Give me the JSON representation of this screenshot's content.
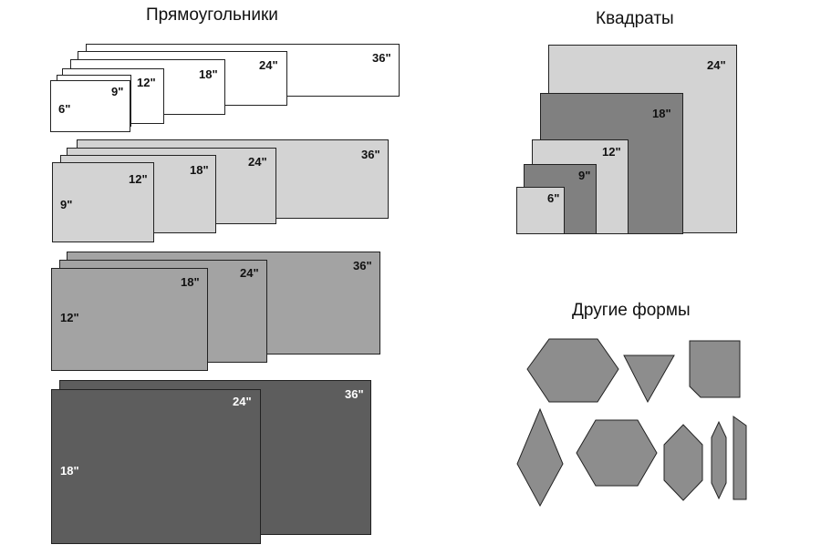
{
  "titles": {
    "rectangles": "Прямоугольники",
    "squares": "Квадраты",
    "other": "Другие формы"
  },
  "group1": {
    "fill": "#ffffff",
    "labels": [
      "36\"",
      "24\"",
      "18\"",
      "12\"",
      "9\"",
      "6\""
    ]
  },
  "group2": {
    "fill": "#d3d3d3",
    "labels": [
      "36\"",
      "24\"",
      "18\"",
      "12\"",
      "9\""
    ]
  },
  "group3": {
    "fill": "#a3a3a3",
    "labels": [
      "36\"",
      "24\"",
      "18\"",
      "12\""
    ]
  },
  "group4": {
    "fill": "#5d5d5d",
    "labels": [
      "36\"",
      "24\"",
      "18\""
    ]
  },
  "squares": {
    "colors": [
      "#d3d3d3",
      "#808080",
      "#d3d3d3",
      "#808080",
      "#d3d3d3"
    ],
    "labels": [
      "24\"",
      "18\"",
      "12\"",
      "9\"",
      "6\""
    ]
  },
  "other_shapes": {
    "fill": "#8d8d8d",
    "items": [
      "hexagon",
      "triangle",
      "cut-corner-square",
      "rhombus",
      "hexagon",
      "elongated-hexagon",
      "thin-hexagon",
      "thin-strip"
    ]
  }
}
